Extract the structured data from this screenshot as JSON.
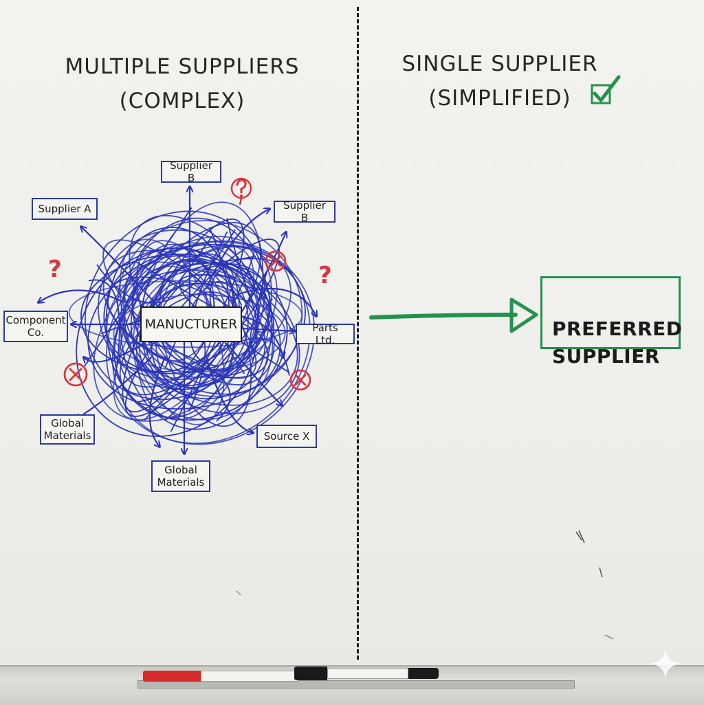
{
  "left_panel": {
    "title_line1": "MULTIPLE SUPPLIERS",
    "title_line2": "(COMPLEX)",
    "center_label": "MANUCTURER",
    "nodes": [
      {
        "id": "supplier-b-top",
        "label": "Supplier B"
      },
      {
        "id": "supplier-a",
        "label": "Supplier A"
      },
      {
        "id": "supplier-b-right",
        "label": "Supplier B"
      },
      {
        "id": "component-co",
        "label": "Component\nCo."
      },
      {
        "id": "parts-ltd",
        "label": "Parts Ltd."
      },
      {
        "id": "global-materials-left",
        "label": "Global\nMaterials"
      },
      {
        "id": "source-x",
        "label": "Source X"
      },
      {
        "id": "global-materials-bottom",
        "label": "Global\nMaterials"
      }
    ],
    "question_mark": "?"
  },
  "right_panel": {
    "title_line1": "SINGLE SUPPLIER",
    "title_line2": "(SIMPLIFIED)",
    "target_label": "PREFERRED\nSUPPLIER"
  },
  "colors": {
    "marker_blue": "#2a35b8",
    "marker_red": "#d9363e",
    "marker_green": "#22924c",
    "marker_black": "#1c1c1c"
  }
}
